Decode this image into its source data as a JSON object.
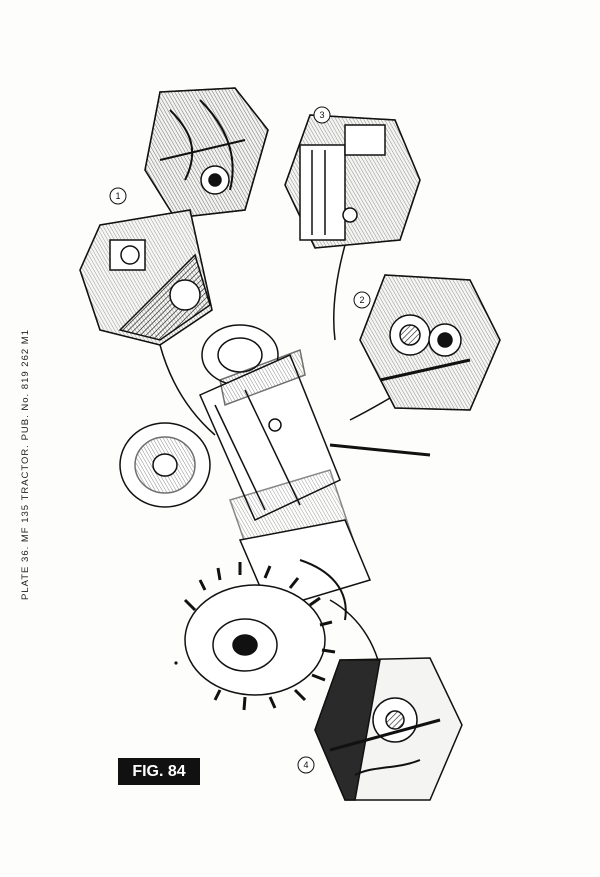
{
  "header": {
    "plate_text": "PLATE 36.  MF 135 TRACTOR.  PUB. No. 819 262 M1"
  },
  "figure": {
    "label": "FIG. 84"
  },
  "callouts": [
    {
      "number": "1"
    },
    {
      "number": "2"
    },
    {
      "number": "3"
    },
    {
      "number": "4"
    }
  ],
  "colors": {
    "ink": "#111111",
    "paper": "#fdfdfb"
  },
  "illustration": {
    "icon": "tractor-exploded-illustration"
  }
}
